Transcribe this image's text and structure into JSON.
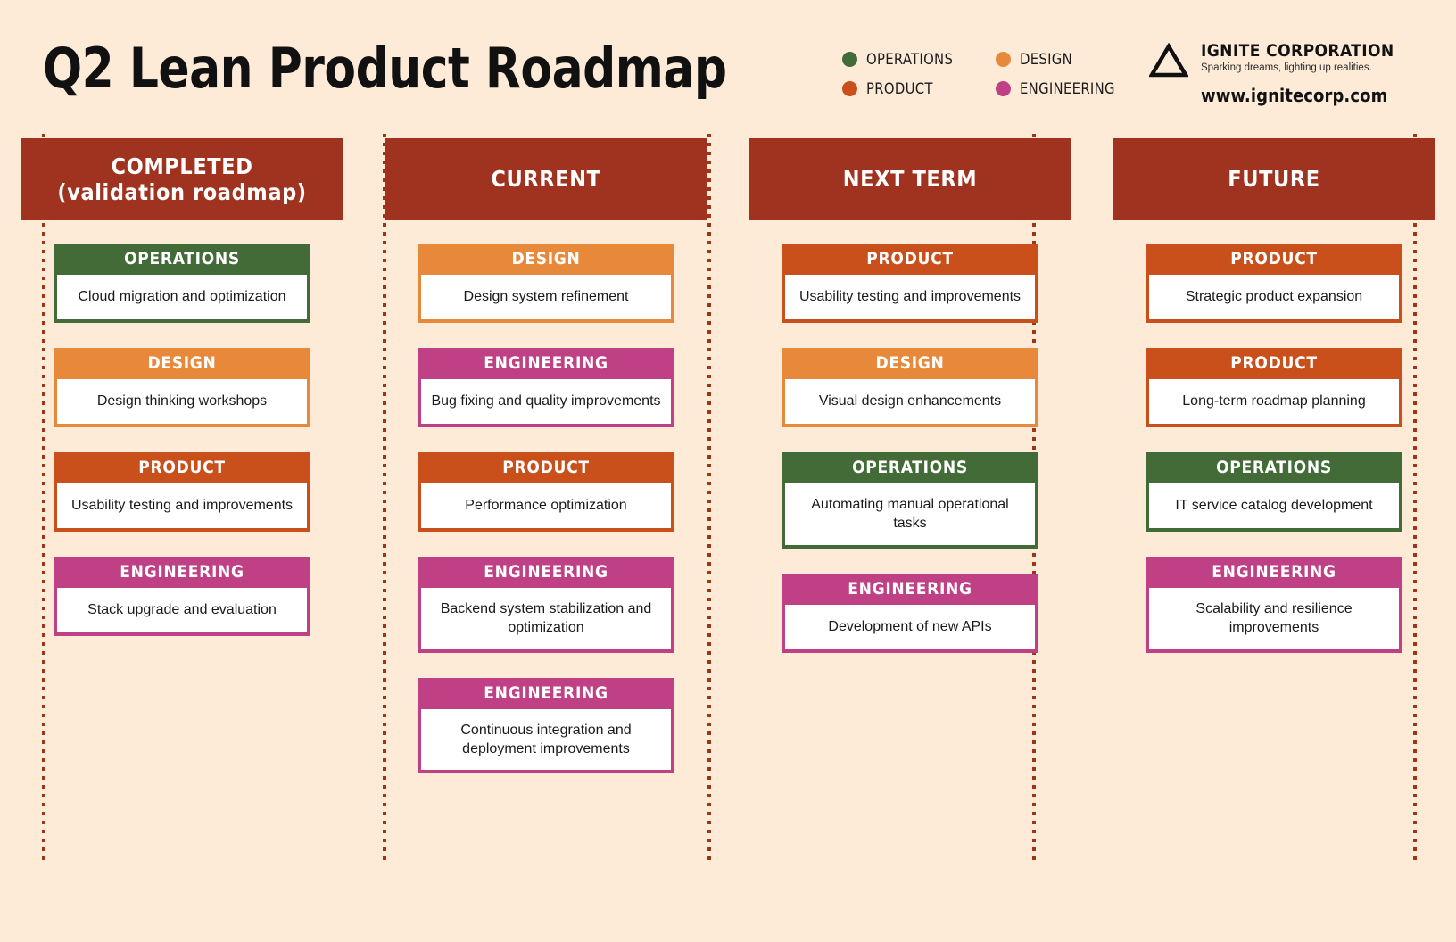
{
  "header": {
    "title": "Q2 Lean Product Roadmap"
  },
  "legend": {
    "items": [
      {
        "label": "OPERATIONS",
        "color": "#436B38",
        "icon": "dot-icon"
      },
      {
        "label": "DESIGN",
        "color": "#E8883A",
        "icon": "dot-icon"
      },
      {
        "label": "PRODUCT",
        "color": "#C9501A",
        "icon": "dot-icon"
      },
      {
        "label": "ENGINEERING",
        "color": "#BF4084",
        "icon": "dot-icon"
      }
    ]
  },
  "brand": {
    "logo_icon": "triangle-outline-icon",
    "name": "IGNITE CORPORATION",
    "tagline": "Sparking dreams, lighting up realities.",
    "url": "www.ignitecorp.com"
  },
  "theme": {
    "background": "#FDEBD8",
    "header_bar": "#A03320",
    "divider": "#9E3418",
    "operations": "#436B38",
    "design": "#E8883A",
    "product": "#C9501A",
    "engineering": "#BF4084",
    "card_body": "#FFFFFF"
  },
  "columns": [
    {
      "title": "COMPLETED\n(validation roadmap)",
      "cards": [
        {
          "category": "OPERATIONS",
          "color": "#436B38",
          "text": "Cloud migration and optimization"
        },
        {
          "category": "DESIGN",
          "color": "#E8883A",
          "text": "Design thinking workshops"
        },
        {
          "category": "PRODUCT",
          "color": "#C9501A",
          "text": "Usability testing and improvements"
        },
        {
          "category": "ENGINEERING",
          "color": "#BF4084",
          "text": "Stack upgrade and evaluation"
        }
      ]
    },
    {
      "title": "CURRENT",
      "cards": [
        {
          "category": "DESIGN",
          "color": "#E8883A",
          "text": "Design system refinement"
        },
        {
          "category": "ENGINEERING",
          "color": "#BF4084",
          "text": "Bug fixing and quality improvements"
        },
        {
          "category": "PRODUCT",
          "color": "#C9501A",
          "text": "Performance optimization"
        },
        {
          "category": "ENGINEERING",
          "color": "#BF4084",
          "text": "Backend system stabilization and optimization"
        },
        {
          "category": "ENGINEERING",
          "color": "#BF4084",
          "text": "Continuous integration and deployment improvements"
        }
      ]
    },
    {
      "title": "NEXT TERM",
      "cards": [
        {
          "category": "PRODUCT",
          "color": "#C9501A",
          "text": "Usability testing and improvements"
        },
        {
          "category": "DESIGN",
          "color": "#E8883A",
          "text": "Visual design enhancements"
        },
        {
          "category": "OPERATIONS",
          "color": "#436B38",
          "text": "Automating manual operational tasks"
        },
        {
          "category": "ENGINEERING",
          "color": "#BF4084",
          "text": "Development of new APIs"
        }
      ]
    },
    {
      "title": "FUTURE",
      "cards": [
        {
          "category": "PRODUCT",
          "color": "#C9501A",
          "text": "Strategic product expansion"
        },
        {
          "category": "PRODUCT",
          "color": "#C9501A",
          "text": "Long-term roadmap planning"
        },
        {
          "category": "OPERATIONS",
          "color": "#436B38",
          "text": "IT service catalog development"
        },
        {
          "category": "ENGINEERING",
          "color": "#BF4084",
          "text": "Scalability and resilience improvements"
        }
      ]
    }
  ]
}
